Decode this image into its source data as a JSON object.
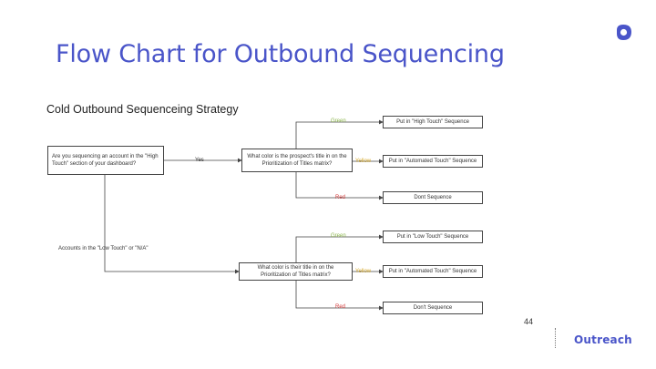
{
  "slide": {
    "title": "Flow Chart for Outbound Sequencing",
    "page_number": "44",
    "brand": "Outreach"
  },
  "colors": {
    "accent": "#4a55c9",
    "green": "#8ab34a",
    "yellow": "#d6a92a",
    "red": "#d23a3a",
    "line": "#444444"
  },
  "diagram": {
    "title": "Cold Outbound Sequenceing Strategy",
    "q1": "Are you sequencing an account in the \"High Touch\" section of your dashboard?",
    "q1_yes": "Yes",
    "q1_no": "Accounts in the \"Low Touch\" or \"N/A\"",
    "q2": "What color is the prospect's title in on the Prioritization of Titles matrix?",
    "q3": "What color is their title in on the Prioritization of Titles matrix?",
    "green": "Green",
    "yellow": "Yellow",
    "red": "Red",
    "a1": "Put in \"High Touch\" Sequence",
    "a2": "Put in \"Automated Touch\" Sequence",
    "a3": "Dont Sequence",
    "a4": "Put in \"Low Touch\" Sequence",
    "a5": "Put in \"Automated Touch\" Sequence",
    "a6": "Don't Sequence"
  }
}
